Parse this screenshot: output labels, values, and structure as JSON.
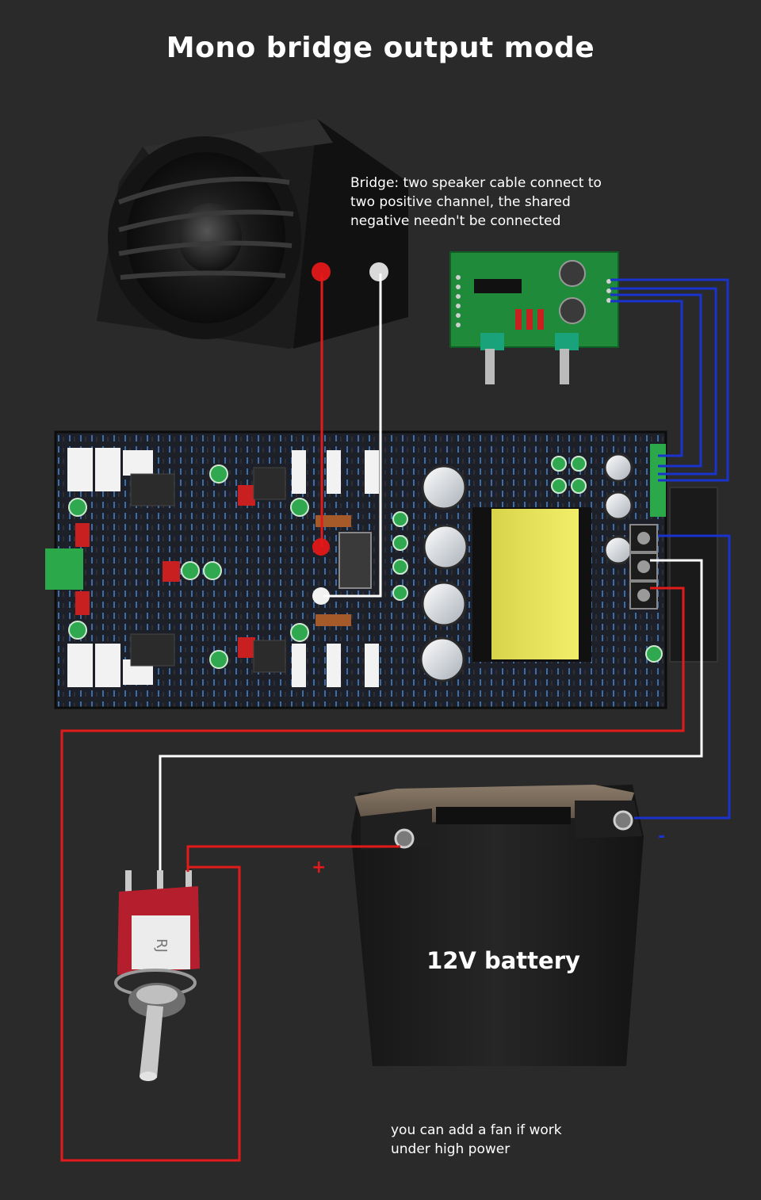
{
  "title": "Mono bridge output mode",
  "notes": {
    "bridge": [
      "Bridge: two speaker cable connect to",
      "two positive channel, the shared",
      "negative needn't be connected"
    ],
    "fan": [
      "you can add a fan if work",
      "under high power"
    ]
  },
  "battery_label": "12V battery",
  "signs": {
    "plus": "+",
    "minus": "-"
  },
  "wire_colors": {
    "positive": "#e21a1a",
    "signal": "#ffffff",
    "negative": "#1a33cc",
    "speaker_plus_dot": "#d81818",
    "speaker_minus_dot": "#d9d9d9"
  },
  "icons": {
    "speaker": "subwoofer-speaker-icon",
    "preamp": "preamp-board-icon",
    "amplifier": "amplifier-board-icon",
    "battery": "battery-icon",
    "switch": "toggle-switch-icon"
  }
}
